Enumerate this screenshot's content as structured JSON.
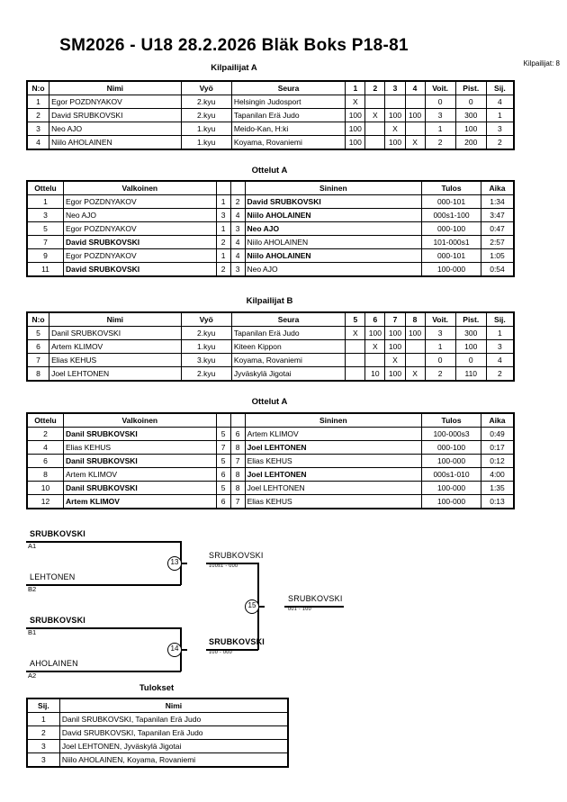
{
  "header": {
    "title": "SM2026 - U18  28.2.2026  Bläk Boks   P18-81",
    "competitors_count": "Kilpailijat: 8"
  },
  "pool_a": {
    "caption": "Kilpailijat A",
    "columns": [
      "N:o",
      "Nimi",
      "Vyö",
      "Seura",
      "1",
      "2",
      "3",
      "4",
      "Voit.",
      "Pist.",
      "Sij."
    ],
    "rows": [
      {
        "no": "1",
        "name": "Egor POZDNYAKOV",
        "belt": "2.kyu",
        "club": "Helsingin Judosport",
        "m": [
          "X",
          "",
          "",
          ""
        ],
        "wins": "0",
        "points": "0",
        "rank": "4"
      },
      {
        "no": "2",
        "name": "David SRUBKOVSKI",
        "belt": "2.kyu",
        "club": "Tapanilan Erä Judo",
        "m": [
          "100",
          "X",
          "100",
          "100"
        ],
        "wins": "3",
        "points": "300",
        "rank": "1"
      },
      {
        "no": "3",
        "name": "Neo AJO",
        "belt": "1.kyu",
        "club": "Meido-Kan, H:ki",
        "m": [
          "100",
          "",
          "X",
          ""
        ],
        "wins": "1",
        "points": "100",
        "rank": "3"
      },
      {
        "no": "4",
        "name": "Niilo AHOLAINEN",
        "belt": "1.kyu",
        "club": "Koyama, Rovaniemi",
        "m": [
          "100",
          "",
          "100",
          "X"
        ],
        "wins": "2",
        "points": "200",
        "rank": "2"
      }
    ]
  },
  "matches_a": {
    "caption": "Ottelut A",
    "columns": [
      "Ottelu",
      "Valkoinen",
      "",
      "",
      "Sininen",
      "Tulos",
      "Aika"
    ],
    "rows": [
      {
        "no": "1",
        "white": "Egor POZDNYAKOV",
        "white_bold": false,
        "wn": "1",
        "bn": "2",
        "blue": "David SRUBKOVSKI",
        "blue_bold": true,
        "result": "000-101",
        "time": "1:34"
      },
      {
        "no": "3",
        "white": "Neo AJO",
        "white_bold": false,
        "wn": "3",
        "bn": "4",
        "blue": "Niilo AHOLAINEN",
        "blue_bold": true,
        "result": "000s1-100",
        "time": "3:47"
      },
      {
        "no": "5",
        "white": "Egor POZDNYAKOV",
        "white_bold": false,
        "wn": "1",
        "bn": "3",
        "blue": "Neo AJO",
        "blue_bold": true,
        "result": "000-100",
        "time": "0:47"
      },
      {
        "no": "7",
        "white": "David SRUBKOVSKI",
        "white_bold": true,
        "wn": "2",
        "bn": "4",
        "blue": "Niilo AHOLAINEN",
        "blue_bold": false,
        "result": "101-000s1",
        "time": "2:57"
      },
      {
        "no": "9",
        "white": "Egor POZDNYAKOV",
        "white_bold": false,
        "wn": "1",
        "bn": "4",
        "blue": "Niilo AHOLAINEN",
        "blue_bold": true,
        "result": "000-101",
        "time": "1:05"
      },
      {
        "no": "11",
        "white": "David SRUBKOVSKI",
        "white_bold": true,
        "wn": "2",
        "bn": "3",
        "blue": "Neo AJO",
        "blue_bold": false,
        "result": "100-000",
        "time": "0:54"
      }
    ]
  },
  "pool_b": {
    "caption": "Kilpailijat B",
    "columns": [
      "N:o",
      "Nimi",
      "Vyö",
      "Seura",
      "5",
      "6",
      "7",
      "8",
      "Voit.",
      "Pist.",
      "Sij."
    ],
    "rows": [
      {
        "no": "5",
        "name": "Danil SRUBKOVSKI",
        "belt": "2.kyu",
        "club": "Tapanilan Erä Judo",
        "m": [
          "X",
          "100",
          "100",
          "100"
        ],
        "wins": "3",
        "points": "300",
        "rank": "1"
      },
      {
        "no": "6",
        "name": "Artem KLIMOV",
        "belt": "1.kyu",
        "club": "Kiteen Kippon",
        "m": [
          "",
          "X",
          "100",
          ""
        ],
        "wins": "1",
        "points": "100",
        "rank": "3"
      },
      {
        "no": "7",
        "name": "Elias KEHUS",
        "belt": "3.kyu",
        "club": "Koyama, Rovaniemi",
        "m": [
          "",
          "",
          "X",
          ""
        ],
        "wins": "0",
        "points": "0",
        "rank": "4"
      },
      {
        "no": "8",
        "name": "Joel LEHTONEN",
        "belt": "2.kyu",
        "club": "Jyväskylä Jigotai",
        "m": [
          "",
          "10",
          "100",
          "X"
        ],
        "wins": "2",
        "points": "110",
        "rank": "2"
      }
    ]
  },
  "matches_b": {
    "caption": "Ottelut A",
    "columns": [
      "Ottelu",
      "Valkoinen",
      "",
      "",
      "Sininen",
      "Tulos",
      "Aika"
    ],
    "rows": [
      {
        "no": "2",
        "white": "Danil SRUBKOVSKI",
        "white_bold": true,
        "wn": "5",
        "bn": "6",
        "blue": "Artem KLIMOV",
        "blue_bold": false,
        "result": "100-000s3",
        "time": "0:49"
      },
      {
        "no": "4",
        "white": "Elias KEHUS",
        "white_bold": false,
        "wn": "7",
        "bn": "8",
        "blue": "Joel LEHTONEN",
        "blue_bold": true,
        "result": "000-100",
        "time": "0:17"
      },
      {
        "no": "6",
        "white": "Danil SRUBKOVSKI",
        "white_bold": true,
        "wn": "5",
        "bn": "7",
        "blue": "Elias KEHUS",
        "blue_bold": false,
        "result": "100-000",
        "time": "0:12"
      },
      {
        "no": "8",
        "white": "Artem KLIMOV",
        "white_bold": false,
        "wn": "6",
        "bn": "8",
        "blue": "Joel LEHTONEN",
        "blue_bold": true,
        "result": "000s1-010",
        "time": "4:00"
      },
      {
        "no": "10",
        "white": "Danil SRUBKOVSKI",
        "white_bold": true,
        "wn": "5",
        "bn": "8",
        "blue": "Joel LEHTONEN",
        "blue_bold": false,
        "result": "100-000",
        "time": "1:35"
      },
      {
        "no": "12",
        "white": "Artem KLIMOV",
        "white_bold": true,
        "wn": "6",
        "bn": "7",
        "blue": "Elias KEHUS",
        "blue_bold": false,
        "result": "100-000",
        "time": "0:13"
      }
    ]
  },
  "bracket": {
    "seeds": [
      {
        "name": "SRUBKOVSKI",
        "code": "A1",
        "bold": true
      },
      {
        "name": "LEHTONEN",
        "code": "B2",
        "bold": false
      },
      {
        "name": "SRUBKOVSKI",
        "code": "B1",
        "bold": true
      },
      {
        "name": "AHOLAINEN",
        "code": "A2",
        "bold": false
      }
    ],
    "semis": [
      {
        "no": "13",
        "winner": "SRUBKOVSKI",
        "score": "100s1 - 000",
        "bold": false
      },
      {
        "no": "14",
        "winner": "SRUBKOVSKI",
        "score": "100 - 000",
        "bold": true
      }
    ],
    "final": {
      "no": "15",
      "winner": "SRUBKOVSKI",
      "score": "001 - 100",
      "bold": false
    }
  },
  "results": {
    "caption": "Tulokset",
    "columns": [
      "Sij.",
      "Nimi"
    ],
    "rows": [
      {
        "rank": "1",
        "name": "Danil SRUBKOVSKI, Tapanilan Erä Judo"
      },
      {
        "rank": "2",
        "name": "David SRUBKOVSKI, Tapanilan Erä Judo"
      },
      {
        "rank": "3",
        "name": "Joel LEHTONEN, Jyväskylä Jigotai"
      },
      {
        "rank": "3",
        "name": "Niilo AHOLAINEN, Koyama, Rovaniemi"
      }
    ]
  }
}
